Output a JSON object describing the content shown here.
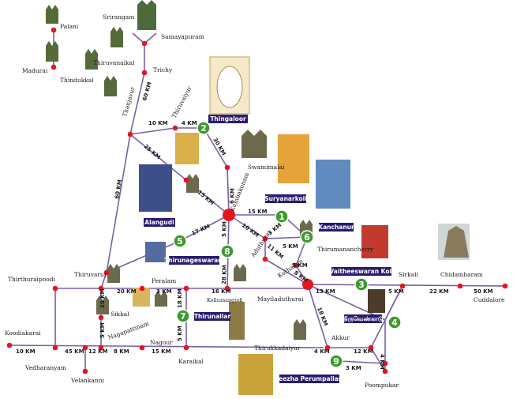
{
  "places": {
    "palani": "Palani",
    "madurai": "Madurai",
    "thindukkal": "Thindukkal",
    "srirangam": "Srirangam",
    "samayapuram": "Samayapuram",
    "thiruvanaikal": "Thiruvanaikal",
    "trichy": "Trichy",
    "thanjavur": "Thanjavur",
    "thiruvaiyur": "Thiruvaiyur",
    "swamimalai": "Swamimalai",
    "kumbakonam": "Kumbakonam",
    "thiruvarur": "Thiruvarur",
    "thirthuraipoodi": "Thirthuraipoodi",
    "peralam": "Peralam",
    "adhuturai": "Aduthurai",
    "kuthalam": "Kuthalam",
    "thirumanancherry": "Thirumanancherry",
    "mayiladuthurai": "Mayiladuthurai",
    "kollumangudi": "Kollumangudi",
    "sikkal": "Sikkal",
    "nagapattinam": "Nagapattinam",
    "nagour": "Nagour",
    "karaikal": "Karaikal",
    "koodiakarai": "Koodiakarai",
    "vedharanyam": "Vedharanyam",
    "velankanni": "Velankanni",
    "thirukkadaiyur": "Thirukkadaiyur",
    "akkur": "Akkur",
    "sirkali": "Sirkali",
    "chidambaram": "Chidambaram",
    "cuddalore": "Cuddalore",
    "poompukar": "Poompukar"
  },
  "temples": [
    {
      "num": "1",
      "name": "Kanchanur"
    },
    {
      "num": "2",
      "name": "Thingaloor"
    },
    {
      "num": "3",
      "name": "Vaitheeswaran Koil"
    },
    {
      "num": "4",
      "name": "திருவெண்காடு"
    },
    {
      "num": "5",
      "name": "Thirunageswaram"
    },
    {
      "num": "6",
      "name": "Suryanarkoil"
    },
    {
      "num": "7",
      "name": "Thirunallar"
    },
    {
      "num": "8",
      "name": "Alangudi"
    },
    {
      "num": "9",
      "name": "Keezha Perumpallam"
    }
  ],
  "distances": {
    "d_thanjavur_trichy": "60 KM",
    "d_10km_top": "10 KM",
    "d_4km_top": "4 KM",
    "d_30km": "30 KM",
    "d_25km": "25 KM",
    "d_15km_a": "15 KM",
    "d_6km": "6 KM",
    "d_60km_left": "60 KM",
    "d_15km_b": "15 KM",
    "d_3km_a": "3 KM",
    "d_10km_b": "10 KM",
    "d_5km_a": "5 KM",
    "d_17km": "17 KM",
    "d_5km_b": "5 KM",
    "d_11km": "11 KM",
    "d_5km_c": "5 KM",
    "d_8km": "8 KM",
    "d_20km_a": "20 KM",
    "d_3km_b": "3 KM",
    "d_16km": "16 KM",
    "d_28km": "28 KM",
    "d_13km": "13 KM",
    "d_5km_d": "5 KM",
    "d_22km": "22 KM",
    "d_50km": "50 KM",
    "d_20km_b": "20 KM",
    "d_18km_a": "18 KM",
    "d_5km_e": "5 KM",
    "d_5km_f": "5 KM",
    "d_8km_b": "8 KM",
    "d_15km_c": "15 KM",
    "d_18km_b": "18 KM",
    "d_4km_b": "4 KM",
    "d_12km_a": "12 KM",
    "d_3km_c": "3 KM",
    "d_10km_c": "10 KM",
    "d_45km": "45 KM",
    "d_12km_b": "12 KM",
    "d_4km_c": "4 KM"
  },
  "colors": {
    "route": "#7b5ea7",
    "node": "#e8141c",
    "badge_bg": "#2b1a6e",
    "number_bg": "#3d9a2c"
  }
}
